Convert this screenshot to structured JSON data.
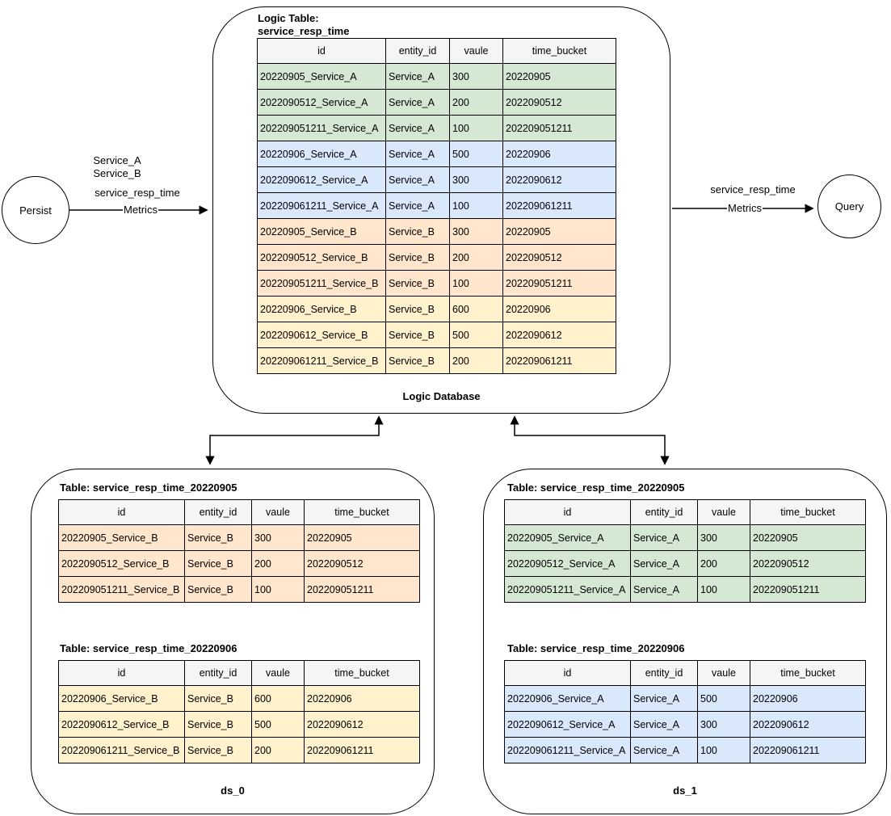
{
  "colors": {
    "green": "#d5e8d4",
    "blue": "#dae8fc",
    "orange": "#ffe6cc",
    "yellow": "#fff2cc",
    "header_bg": "#f5f5f5",
    "line": "#000000"
  },
  "persist_node": {
    "label": "Persist"
  },
  "query_node": {
    "label": "Query"
  },
  "persist_edge": {
    "entities": [
      "Service_A",
      "Service_B"
    ],
    "metric_name": "service_resp_time",
    "label": "Metrics"
  },
  "query_edge": {
    "metric_name": "service_resp_time",
    "label": "Metrics"
  },
  "logic_database": {
    "title_line1": "Logic Table:",
    "title_line2": "service_resp_time",
    "caption": "Logic Database",
    "table": {
      "headers": [
        "id",
        "entity_id",
        "vaule",
        "time_bucket"
      ],
      "rows": [
        {
          "color": "green",
          "cells": [
            "20220905_Service_A",
            "Service_A",
            "300",
            "20220905"
          ]
        },
        {
          "color": "green",
          "cells": [
            "2022090512_Service_A",
            "Service_A",
            "200",
            "2022090512"
          ]
        },
        {
          "color": "green",
          "cells": [
            "202209051211_Service_A",
            "Service_A",
            "100",
            "202209051211"
          ]
        },
        {
          "color": "blue",
          "cells": [
            "20220906_Service_A",
            "Service_A",
            "500",
            "20220906"
          ]
        },
        {
          "color": "blue",
          "cells": [
            "2022090612_Service_A",
            "Service_A",
            "300",
            "2022090612"
          ]
        },
        {
          "color": "blue",
          "cells": [
            "202209061211_Service_A",
            "Service_A",
            "100",
            "202209061211"
          ]
        },
        {
          "color": "orange",
          "cells": [
            "20220905_Service_B",
            "Service_B",
            "300",
            "20220905"
          ]
        },
        {
          "color": "orange",
          "cells": [
            "2022090512_Service_B",
            "Service_B",
            "200",
            "2022090512"
          ]
        },
        {
          "color": "orange",
          "cells": [
            "202209051211_Service_B",
            "Service_B",
            "100",
            "202209051211"
          ]
        },
        {
          "color": "yellow",
          "cells": [
            "20220906_Service_B",
            "Service_B",
            "600",
            "20220906"
          ]
        },
        {
          "color": "yellow",
          "cells": [
            "2022090612_Service_B",
            "Service_B",
            "500",
            "2022090612"
          ]
        },
        {
          "color": "yellow",
          "cells": [
            "202209061211_Service_B",
            "Service_B",
            "200",
            "202209061211"
          ]
        }
      ]
    }
  },
  "ds_0": {
    "caption": "ds_0",
    "tables": [
      {
        "title": "Table: service_resp_time_20220905",
        "headers": [
          "id",
          "entity_id",
          "vaule",
          "time_bucket"
        ],
        "rows": [
          {
            "color": "orange",
            "cells": [
              "20220905_Service_B",
              "Service_B",
              "300",
              "20220905"
            ]
          },
          {
            "color": "orange",
            "cells": [
              "2022090512_Service_B",
              "Service_B",
              "200",
              "2022090512"
            ]
          },
          {
            "color": "orange",
            "cells": [
              "202209051211_Service_B",
              "Service_B",
              "100",
              "202209051211"
            ]
          }
        ]
      },
      {
        "title": "Table: service_resp_time_20220906",
        "headers": [
          "id",
          "entity_id",
          "vaule",
          "time_bucket"
        ],
        "rows": [
          {
            "color": "yellow",
            "cells": [
              "20220906_Service_B",
              "Service_B",
              "600",
              "20220906"
            ]
          },
          {
            "color": "yellow",
            "cells": [
              "2022090612_Service_B",
              "Service_B",
              "500",
              "2022090612"
            ]
          },
          {
            "color": "yellow",
            "cells": [
              "202209061211_Service_B",
              "Service_B",
              "200",
              "202209061211"
            ]
          }
        ]
      }
    ]
  },
  "ds_1": {
    "caption": "ds_1",
    "tables": [
      {
        "title": "Table: service_resp_time_20220905",
        "headers": [
          "id",
          "entity_id",
          "vaule",
          "time_bucket"
        ],
        "rows": [
          {
            "color": "green",
            "cells": [
              "20220905_Service_A",
              "Service_A",
              "300",
              "20220905"
            ]
          },
          {
            "color": "green",
            "cells": [
              "2022090512_Service_A",
              "Service_A",
              "200",
              "2022090512"
            ]
          },
          {
            "color": "green",
            "cells": [
              "202209051211_Service_A",
              "Service_A",
              "100",
              "202209051211"
            ]
          }
        ]
      },
      {
        "title": "Table: service_resp_time_20220906",
        "headers": [
          "id",
          "entity_id",
          "vaule",
          "time_bucket"
        ],
        "rows": [
          {
            "color": "blue",
            "cells": [
              "20220906_Service_A",
              "Service_A",
              "500",
              "20220906"
            ]
          },
          {
            "color": "blue",
            "cells": [
              "2022090612_Service_A",
              "Service_A",
              "300",
              "2022090612"
            ]
          },
          {
            "color": "blue",
            "cells": [
              "202209061211_Service_A",
              "Service_A",
              "100",
              "202209061211"
            ]
          }
        ]
      }
    ]
  }
}
